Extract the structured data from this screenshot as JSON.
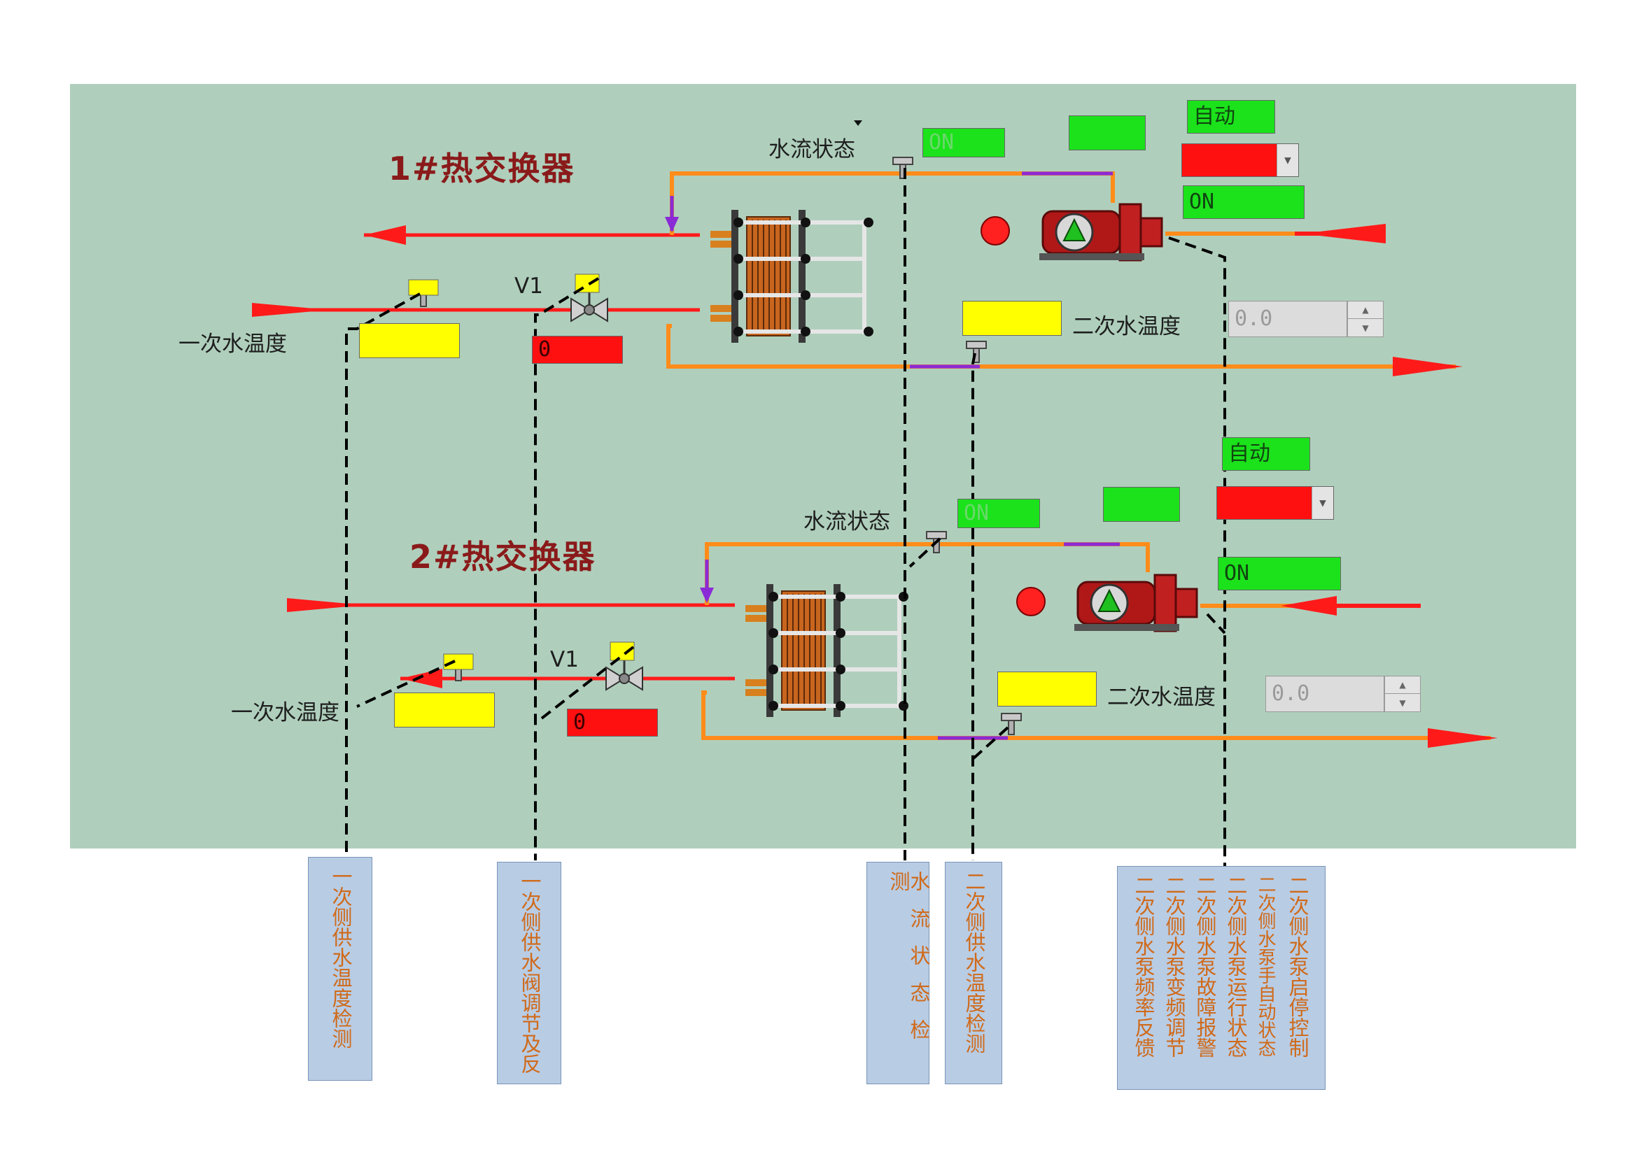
{
  "hx1": {
    "title": "1#热交换器",
    "flow_label": "水流状态",
    "flow_value": "ON",
    "mode": "自动",
    "run": "ON",
    "primary_temp_label": "一次水温度",
    "valve_label": "V1",
    "valve_value": "0",
    "secondary_temp_label": "二次水温度",
    "freq_value": "0.0"
  },
  "hx2": {
    "title": "2#热交换器",
    "flow_label": "水流状态",
    "flow_value": "ON",
    "mode": "自动",
    "run": "ON",
    "primary_temp_label": "一次水温度",
    "valve_label": "V1",
    "valve_value": "0",
    "secondary_temp_label": "二次水温度",
    "freq_value": "0.0"
  },
  "legend": {
    "primary_temp": "一次侧供水温度检测",
    "valve": "一次侧供水阀调节及反",
    "flow": "水流状态检测",
    "secondary_temp": "二次侧供水温度检测",
    "pump": [
      "二次侧水泵频率反馈",
      "二次侧水泵变频调节",
      "二次侧水泵故障报警",
      "二次侧水泵运行状态",
      "二次侧水泵手自动状态",
      "二次侧水泵启停控制"
    ]
  },
  "colors": {
    "background": "#afcfbc",
    "pipe_orange": "#ff8c1a",
    "pipe_red": "#ff1a1a",
    "status_green": "#1be21b",
    "alarm_red": "#ff1010",
    "sensor_yellow": "#ffff00",
    "legend_blue": "#b8cce4",
    "legend_text": "#d06a1a"
  }
}
